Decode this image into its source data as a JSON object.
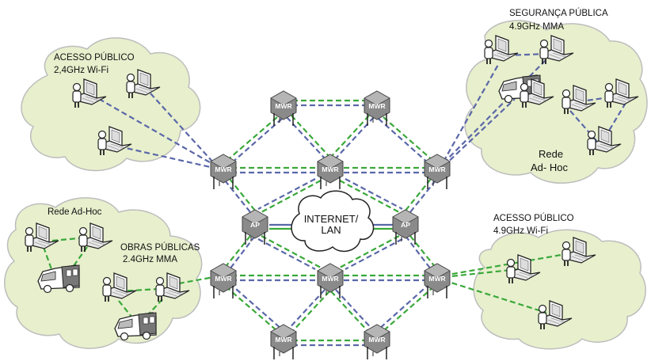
{
  "clouds": {
    "acesso_wifi_24": {
      "title": "ACESSO PÚBLICO",
      "subtitle": "2,4GHz Wi-Fi"
    },
    "seguranca": {
      "title": "SEGURANÇA PÚBLICA",
      "subtitle": "4.9GHz MMA",
      "adhoc_line1": "Rede",
      "adhoc_line2": "Ad- Hoc"
    },
    "obras": {
      "adhoc": "Rede Ad-Hoc",
      "title": "OBRAS PÚBLICAS",
      "subtitle": "2.4GHz MMA"
    },
    "acesso_wifi_49": {
      "title": "ACESSO PÚBLICO",
      "subtitle": "4.9GHz Wi-Fi"
    }
  },
  "internet": {
    "line1": "INTERNET/",
    "line2": "LAN"
  },
  "node_labels": {
    "mwr": "MWR",
    "ap": "AP"
  },
  "colors": {
    "cloud_fill": "#e7efcd",
    "cloud_stroke": "#bdbdbd",
    "green_link": "#3aa83a",
    "blue_link": "#5a67a8",
    "node_fill": "#8a8a8a"
  }
}
